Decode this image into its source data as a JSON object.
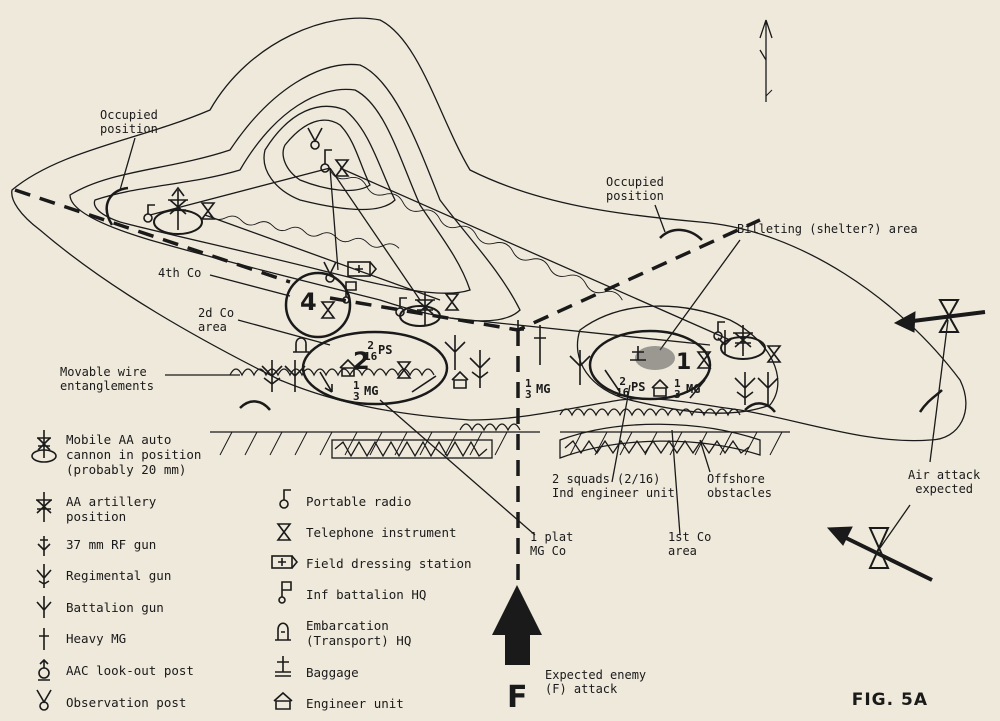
{
  "figure_label": "FIG. 5A",
  "attack_letter": "F",
  "map_labels": {
    "occupied_left": "Occupied\nposition",
    "occupied_right": "Occupied\nposition",
    "billeting": "Billeting (shelter?) area",
    "fourth_co": "4th Co",
    "second_co": "2d Co\narea",
    "movable_wire": "Movable wire\nentanglements",
    "two_squads": "2 squads (2/16)\nInd engineer unit",
    "offshore": "Offshore\nobstacles",
    "air_attack": "Air attack\nexpected",
    "one_plat": "1 plat\nMG Co",
    "first_co": "1st Co\narea",
    "expected_attack": "Expected enemy\n(F) attack"
  },
  "unit_marks": {
    "co4": "4",
    "co2": "2",
    "co1": "1",
    "frac_2_16_ps_a": "2\n16",
    "ps_a": "PS",
    "frac_1_3_mg_a": "1\n3",
    "mg_a": "MG",
    "frac_1_3_mg_b": "1\n3",
    "mg_b": "MG",
    "frac_2_16_ps_b": "2\n16",
    "ps_b": "PS",
    "frac_1_3_mg_c": "1\n3",
    "mg_c": "MG"
  },
  "legend_left": [
    {
      "icon": "mobile-aa-cannon-icon",
      "text": "Mobile AA auto\ncannon in position\n(probably 20 mm)"
    },
    {
      "icon": "aa-artillery-icon",
      "text": "AA artillery\nposition"
    },
    {
      "icon": "rf-gun-37mm-icon",
      "text": "37 mm RF gun"
    },
    {
      "icon": "regimental-gun-icon",
      "text": "Regimental gun"
    },
    {
      "icon": "battalion-gun-icon",
      "text": "Battalion gun"
    },
    {
      "icon": "heavy-mg-icon",
      "text": "Heavy MG"
    },
    {
      "icon": "aac-lookout-icon",
      "text": "AAC look-out post"
    },
    {
      "icon": "observation-post-icon",
      "text": "Observation post"
    }
  ],
  "legend_right": [
    {
      "icon": "portable-radio-icon",
      "text": "Portable radio"
    },
    {
      "icon": "telephone-icon",
      "text": "Telephone instrument"
    },
    {
      "icon": "field-dressing-icon",
      "text": "Field dressing station"
    },
    {
      "icon": "inf-battalion-hq-icon",
      "text": "Inf battalion HQ"
    },
    {
      "icon": "embarcation-hq-icon",
      "text": "Embarcation\n(Transport) HQ"
    },
    {
      "icon": "baggage-icon",
      "text": "Baggage"
    },
    {
      "icon": "engineer-unit-icon",
      "text": "Engineer unit"
    }
  ]
}
